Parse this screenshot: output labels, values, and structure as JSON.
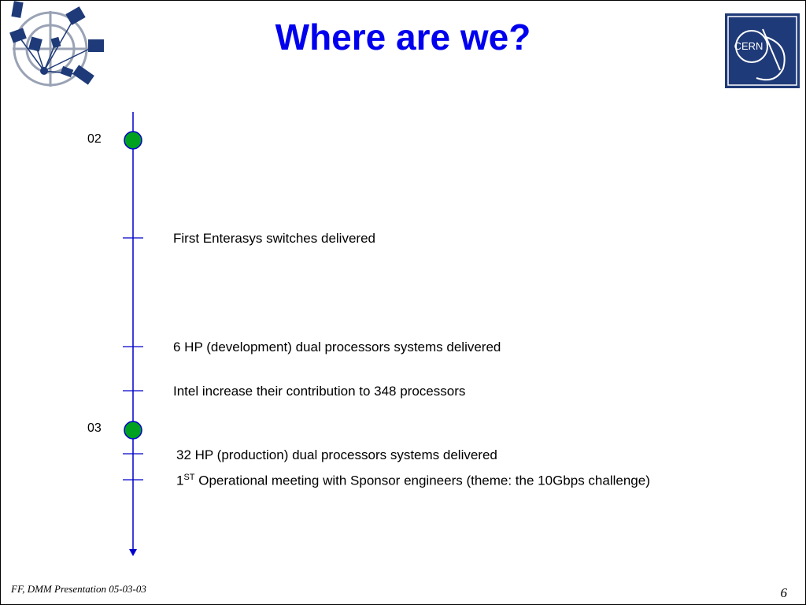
{
  "slide": {
    "title": "Where are we?",
    "title_color": "#0000ee",
    "footer": "FF, DMM Presentation  05-03-03",
    "page_number": "6"
  },
  "logos": {
    "cern_text": "CERN",
    "cern_color": "#1f3a78"
  },
  "timeline": {
    "line_color": "#0000cc",
    "marker_color": "#00a020",
    "years": [
      "02",
      "03"
    ],
    "events": [
      {
        "text": "First Enterasys switches delivered"
      },
      {
        "text": "6 HP (development) dual processors systems delivered"
      },
      {
        "text": "Intel increase their contribution to 348 processors"
      },
      {
        "text": "32 HP (production) dual processors systems delivered"
      },
      {
        "prefix": "1",
        "sup": "ST",
        "text": " Operational meeting with Sponsor engineers (theme: the 10Gbps challenge)"
      }
    ]
  }
}
